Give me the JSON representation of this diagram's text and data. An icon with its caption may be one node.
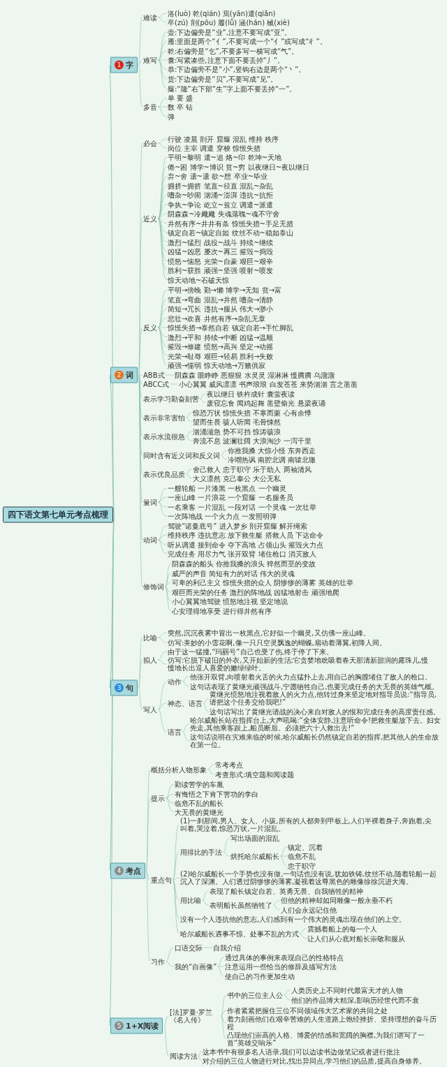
{
  "diagram": {
    "nodes": [
      {
        "text": [
          "四下语文第七单元考点梳理"
        ]
      },
      {
        "text": [
          "1",
          "字"
        ]
      },
      {
        "text": [
          "难读"
        ]
      },
      {
        "text": [
          "洛(luò) 乾(qián) 焉(yān)遣(qiǎn)"
        ]
      },
      {
        "text": [
          "卒(zú) 剖(pōu) 履(lǚ) 涵(hán) 械(xiè)"
        ]
      },
      {
        "text": [
          "难写"
        ]
      },
      {
        "text": [
          "壶:下边偏旁是“业”,注意不要写成“亚”。"
        ]
      },
      {
        "text": [
          "雁:里面是两个“亻”,不要写成一个“亻”或写成“彳”。"
        ]
      },
      {
        "text": [
          "乾:右偏旁是“乞”,不要多写一横写成“气”。"
        ]
      },
      {
        "text": [
          "囊:写紧凑些,注意下面不要丢掉“丿”。"
        ]
      },
      {
        "text": [
          "恭:下边偏旁不是“小”,竖钩右边是两个“丶”。"
        ]
      },
      {
        "text": [
          "货:下边偏旁是“贝”,不要写成“见”。"
        ]
      },
      {
        "text": [
          "窿:“隆”右下部“生”字上面不要丢掉“一”。"
        ]
      },
      {
        "text": [
          "多音"
        ]
      },
      {
        "text": [
          "单 要 盛"
        ]
      },
      {
        "text": [
          "数 卒 钻"
        ]
      },
      {
        "text": [
          "弹"
        ]
      },
      {
        "text": [
          "2",
          "词"
        ]
      },
      {
        "text": [
          "必会"
        ]
      },
      {
        "text": [
          "行驶 凌晨 剖开 窟窿 混乱 维持 秩序"
        ]
      },
      {
        "text": [
          "岗位 主宰 调遣 穿梭 惊慌失措"
        ]
      },
      {
        "text": [
          "近义"
        ]
      },
      {
        "text": [
          "平明~黎明 遣~追 烙~印 乾坤~天地"
        ]
      },
      {
        "text": [
          "倦~困 博学~博识 贫~穷 以夜继日~夜以继日"
        ]
      },
      {
        "text": [
          "弃~舍 遗~遗 欲~想 卒业~毕业"
        ]
      },
      {
        "text": [
          "拥挤~拥挤 笔直~径直 混乱~杂乱"
        ]
      },
      {
        "text": [
          "嘈杂~吵闹 汹涌~澎湃 违抗~抗拒"
        ]
      },
      {
        "text": [
          "争执~争论 屹立~耸立 调遣~派遣"
        ]
      },
      {
        "text": [
          "阴森森~冷飕飕 失魂落魄~魂不守舍"
        ]
      },
      {
        "text": [
          "井然有序~井井有条 惊慌失措~手足无措"
        ]
      },
      {
        "text": [
          "镇定自若~镇定自如 纹丝不动~稳如泰山"
        ]
      },
      {
        "text": [
          "激烈~猛烈 战役~战斗 持续~继续"
        ]
      },
      {
        "text": [
          "凶猛~凶恶 屡次~再三 摧毁~捣毁"
        ]
      },
      {
        "text": [
          "愤怒~恼怒 光荣~自豪 艰巨~艰辛"
        ]
      },
      {
        "text": [
          "胜利~获胜 顽强~坚强 喷射~喷发"
        ]
      },
      {
        "text": [
          "惊天动地~石破天惊"
        ]
      },
      {
        "text": [
          "反义"
        ]
      },
      {
        "text": [
          "平明→傍晚 勤→懒 博学→无知 贫→富"
        ]
      },
      {
        "text": [
          "笔直→弯曲 混乱→井然 嘈杂→清静"
        ]
      },
      {
        "text": [
          "简短→冗长 违抗→服从 伟大→渺小"
        ]
      },
      {
        "text": [
          "悲壮→欢喜 井然有序→杂乱无章"
        ]
      },
      {
        "text": [
          "惊慌失措→泰然自若 镇定自若→手忙脚乱"
        ]
      },
      {
        "text": [
          "激烈→平和 持续→中断 凶猛→温顺"
        ]
      },
      {
        "text": [
          "摧毁→修建 愤怒→高兴 坚定→动摇"
        ]
      },
      {
        "text": [
          "光荣→耻辱 艰巨→轻易 胜利→失败"
        ]
      },
      {
        "text": [
          "顽强→懦弱 惊天动地→万籁俱寂"
        ]
      },
      {
        "text": [
          "ABB式"
        ]
      },
      {
        "text": [
          "阴森森 眼睁睁 恶狠狠 水灵灵 湿淋淋 慢腾腾 乌溜溜"
        ]
      },
      {
        "text": [
          "ABCC式"
        ]
      },
      {
        "text": [
          "小心翼翼 威风凛凛 书声琅琅 白发苍苍 来势汹汹 言之凿凿"
        ]
      },
      {
        "text": [
          "表示学习勤奋刻苦"
        ]
      },
      {
        "text": [
          "夜以继日 铁杵成针 囊萤夜读"
        ]
      },
      {
        "text": [
          "废寝忘食 闻鸡起舞 凿壁偷光 悬梁夜诵"
        ]
      },
      {
        "text": [
          "表示非常害怕"
        ]
      },
      {
        "text": [
          "惊恐万状 惊慌失措 不寒而栗 心有余悸"
        ]
      },
      {
        "text": [
          "望而生畏 骇人听闻 毛骨悚然"
        ]
      },
      {
        "text": [
          "表示水流很急"
        ]
      },
      {
        "text": [
          "汹涌湍急 势不可挡 惊涛骇浪"
        ]
      },
      {
        "text": [
          "奔流不息 波澜壮阔 大浪淘沙 一泻千里"
        ]
      },
      {
        "text": [
          "同时含有近义词和反义词"
        ]
      },
      {
        "text": [
          "你推我搡 大惊小怪 东奔西走"
        ]
      },
      {
        "text": [
          "冷嘲热讽 南腔北调 南辕北辙"
        ]
      },
      {
        "text": [
          "表示优良品质"
        ]
      },
      {
        "text": [
          "舍己救人 忠于职守 乐于助人 两袖清风"
        ]
      },
      {
        "text": [
          "大义凛然 克己奉公 大公无私"
        ]
      },
      {
        "text": [
          "量词"
        ]
      },
      {
        "text": [
          "一艘轮船 一片漆黑 一枚黑点 一个幽灵"
        ]
      },
      {
        "text": [
          "一座山峰 一片浪花 一个窟窿 一名服务员"
        ]
      },
      {
        "text": [
          "一名乘客 一片混乱 一段对话 一个灵魂 一次壮举"
        ]
      },
      {
        "text": [
          "一次阵地战 一个火力点 一发照明弹"
        ]
      },
      {
        "text": [
          "动词"
        ]
      },
      {
        "text": [
          "驾驶“诺曼底号” 进入梦乡 剖开窟窿 解开绳索"
        ]
      },
      {
        "text": [
          "维持秩序 违抗意志 放下救生艇 搭救人员 下达命令"
        ]
      },
      {
        "text": [
          "听从调遣 接到命令 夺下高地 占领山头 摧毁火力点"
        ]
      },
      {
        "text": [
          "完成任务 用尽力气 张开双臂 堵住枪口 消灭敌人"
        ]
      },
      {
        "text": [
          "修饰词"
        ]
      },
      {
        "text": [
          "阴森森的船头 你推我搡的浪头 猝然而至的变故"
        ]
      },
      {
        "text": [
          "威严的声音 简短有力的对话 伟大的灵魂"
        ]
      },
      {
        "text": [
          "可卑的利己主义 惊慌失措的众人 阴惨惨的薄雾 英雄的壮举"
        ]
      },
      {
        "text": [
          "艰巨而光荣的任务 激烈的阵地战 凶猛地射击 顽强地爬"
        ]
      },
      {
        "text": [
          "小心翼翼地驾驶 愤怒地注视 坚定地说"
        ]
      },
      {
        "text": [
          "心安理得地享受 进行得井然有序"
        ]
      },
      {
        "text": [
          "3",
          "句"
        ]
      },
      {
        "text": [
          "比喻"
        ]
      },
      {
        "text": [
          "突然,沉沉夜雾中冒出一枚黑点,它好似一个幽灵,又仿佛一座山峰。"
        ]
      },
      {
        "text": [
          "仿写:美妙的小雪花啊,像一只只空灵飘逸的蝴蝶,扇动着薄翼,初降人间。"
        ]
      },
      {
        "text": [
          "拟人"
        ]
      },
      {
        "text": [
          "由于这一猛撞,“玛丽号”自己也受了伤,终于停了下来。"
        ]
      },
      {
        "text": [
          "仿写:它脱下破旧的外衣,又开始新的生活;它贪婪地吮吸着春天那清新甜润的露珠儿,慢慢地长出逗人喜爱的嫩绿绿叶。"
        ]
      },
      {
        "text": [
          "写人"
        ]
      },
      {
        "text": [
          "动作"
        ]
      },
      {
        "text": [
          "他张开双臂,向喷射着火舌的火力点猛扑上去,用自己的胸膛堵住了敌人的枪口。"
        ]
      },
      {
        "text": [
          "这句话表现了黄继光顽强战斗,宁愿牺牲自己,也要完成任务的大无畏的英雄气概。"
        ]
      },
      {
        "text": [
          "神态、语言"
        ]
      },
      {
        "text": [
          "黄继光愤怒地注视着敌人的火力点,他转过身来坚定地对指导员说:“指导员,请把这个任务交给我吧!”"
        ]
      },
      {
        "text": [
          "这句话写出了黄继光请战的决心来自对敌人的恨和完成任务的高度责任感。"
        ]
      },
      {
        "text": [
          "语言"
        ]
      },
      {
        "text": [
          "哈尔威船长站在指挥台上,大声吼喝:“全体安静,注意听命令!把救生艇放下去。妇女先走,其他乘客跟上,船员断后。必须把六十人救出去!”"
        ]
      },
      {
        "text": [
          "这句话说明在灾难来临的时候,哈尔威船长仍然镇定自若的指挥,把其他人的生命放在第一位。"
        ]
      },
      {
        "text": [
          "4",
          "考点"
        ]
      },
      {
        "text": [
          "概括分析人物形象"
        ]
      },
      {
        "text": [
          "常考考点"
        ]
      },
      {
        "text": [
          "考查形式:填空题和阅读题"
        ]
      },
      {
        "text": [
          "提示"
        ]
      },
      {
        "text": [
          "勤读苦学的车胤"
        ]
      },
      {
        "text": [
          "有悔悟之下肯下苦功的李白"
        ]
      },
      {
        "text": [
          "临危不乱的船长"
        ]
      },
      {
        "text": [
          "大无畏的黄继光"
        ]
      },
      {
        "text": [
          "重点句"
        ]
      },
      {
        "text": [
          "(1)一刹那间,男人、女人、小孩,所有的人都奔到甲板上,人们半裸着身子,奔跑着,尖叫着,哭泣着,惊恐万状,一片混乱。"
        ]
      },
      {
        "text": [
          "用排比的手法"
        ]
      },
      {
        "text": [
          "写出场面的混乱"
        ]
      },
      {
        "text": [
          "烘托哈尔威船长"
        ]
      },
      {
        "text": [
          "镇定、沉着"
        ]
      },
      {
        "text": [
          "临危不乱"
        ]
      },
      {
        "text": [
          "忠于职守"
        ]
      },
      {
        "text": [
          "(2)哈尔威船长一个手势也没有做,一句话也没有说,犹如铁铸,纹丝不动,随着轮船一起沉入了深渊。人们透过阴惨惨的薄雾,凝视着这尊黑色的雕像徐徐沉进大海。"
        ]
      },
      {
        "text": [
          "用比喻"
        ]
      },
      {
        "text": [
          "表现了船长镇定自若、英勇无畏、自我牺牲的精神"
        ]
      },
      {
        "text": [
          "表明船长虽然牺牲了"
        ]
      },
      {
        "text": [
          "但他的精神却如同雕像一般永垂不朽"
        ]
      },
      {
        "text": [
          "人们会永远记住他"
        ]
      },
      {
        "text": [
          "没有一个人违抗他的意志,人们感到有一个伟大的灵魂出现在他们的上空。"
        ]
      },
      {
        "text": [
          "哈尔威船长遇事不惊、处事不乱的方式"
        ]
      },
      {
        "text": [
          "震撼着船上的每一个人"
        ]
      },
      {
        "text": [
          "让人们从心底对船长崇敬和服从"
        ]
      },
      {
        "text": [
          "习作"
        ]
      },
      {
        "text": [
          "口语交际"
        ]
      },
      {
        "text": [
          "自我介绍"
        ]
      },
      {
        "text": [
          "我的“自画像”"
        ]
      },
      {
        "text": [
          "通过具体的事例来表现自己的性格特点"
        ]
      },
      {
        "text": [
          "注意运用一些恰当的修辞及描写方法"
        ]
      },
      {
        "text": [
          "使自己的习作更加生动"
        ]
      },
      {
        "text": [
          "5",
          "1+X阅读"
        ]
      },
      {
        "text": [
          "[法]罗曼·罗兰《名人传》"
        ]
      },
      {
        "text": [
          "书中的三位主人公"
        ]
      },
      {
        "text": [
          "人类历史上不同时代最富天才的人物"
        ]
      },
      {
        "text": [
          "他们的作品博大精深,影响历经世代而不衰"
        ]
      },
      {
        "text": [
          "作者紧紧把握住三位不同领域伟大艺术家的共同之处"
        ]
      },
      {
        "text": [
          "着力刻画他们在艰辛苦难的人生道路上饱经挫折、坚持理想的奋斗历程"
        ]
      },
      {
        "text": [
          "凸现他们崇高的人格、博爱的情感和宽阔的胸襟,为我们谱写了一首“英雄交响乐”"
        ]
      },
      {
        "text": [
          "阅读方法"
        ]
      },
      {
        "text": [
          "这本书中有很多名人语录,我们可以边读书边做笔记或者进行批注"
        ]
      },
      {
        "text": [
          "对介绍的三位人物进行对比,找出异同点,学习他们的品质,提高自身修养。"
        ]
      }
    ],
    "edges": [
      {
        "from": 0,
        "to": 1,
        "arrow": "none"
      },
      {
        "from": 1,
        "to": 2,
        "arrow": "none"
      },
      {
        "from": 2,
        "to": 3,
        "arrow": "none"
      },
      {
        "from": 2,
        "to": 4,
        "arrow": "none"
      },
      {
        "from": 1,
        "to": 5,
        "arrow": "none"
      },
      {
        "from": 5,
        "to": 6,
        "arrow": "none"
      },
      {
        "from": 5,
        "to": 7,
        "arrow": "none"
      },
      {
        "from": 5,
        "to": 8,
        "arrow": "none"
      },
      {
        "from": 5,
        "to": 9,
        "arrow": "none"
      },
      {
        "from": 5,
        "to": 10,
        "arrow": "none"
      },
      {
        "from": 5,
        "to": 11,
        "arrow": "none"
      },
      {
        "from": 5,
        "to": 12,
        "arrow": "none"
      },
      {
        "from": 1,
        "to": 13,
        "arrow": "none"
      },
      {
        "from": 13,
        "to": 14,
        "arrow": "none"
      },
      {
        "from": 13,
        "to": 15,
        "arrow": "none"
      },
      {
        "from": 13,
        "to": 16,
        "arrow": "none"
      },
      {
        "from": 0,
        "to": 17,
        "arrow": "none"
      },
      {
        "from": 17,
        "to": 18,
        "arrow": "none"
      },
      {
        "from": 18,
        "to": 19,
        "arrow": "none"
      },
      {
        "from": 18,
        "to": 20,
        "arrow": "none"
      },
      {
        "from": 17,
        "to": 21,
        "arrow": "none"
      },
      {
        "from": 21,
        "to": 22,
        "arrow": "none"
      },
      {
        "from": 21,
        "to": 23,
        "arrow": "none"
      },
      {
        "from": 21,
        "to": 24,
        "arrow": "none"
      },
      {
        "from": 21,
        "to": 25,
        "arrow": "none"
      },
      {
        "from": 21,
        "to": 26,
        "arrow": "none"
      },
      {
        "from": 21,
        "to": 27,
        "arrow": "none"
      },
      {
        "from": 21,
        "to": 28,
        "arrow": "none"
      },
      {
        "from": 21,
        "to": 29,
        "arrow": "none"
      },
      {
        "from": 21,
        "to": 30,
        "arrow": "none"
      },
      {
        "from": 21,
        "to": 31,
        "arrow": "none"
      },
      {
        "from": 21,
        "to": 32,
        "arrow": "none"
      },
      {
        "from": 21,
        "to": 33,
        "arrow": "none"
      },
      {
        "from": 21,
        "to": 34,
        "arrow": "none"
      },
      {
        "from": 21,
        "to": 35,
        "arrow": "none"
      },
      {
        "from": 17,
        "to": 36,
        "arrow": "none"
      },
      {
        "from": 36,
        "to": 37,
        "arrow": "none"
      },
      {
        "from": 36,
        "to": 38,
        "arrow": "none"
      },
      {
        "from": 36,
        "to": 39,
        "arrow": "none"
      },
      {
        "from": 36,
        "to": 40,
        "arrow": "none"
      },
      {
        "from": 36,
        "to": 41,
        "arrow": "none"
      },
      {
        "from": 36,
        "to": 42,
        "arrow": "none"
      },
      {
        "from": 36,
        "to": 43,
        "arrow": "none"
      },
      {
        "from": 36,
        "to": 44,
        "arrow": "none"
      },
      {
        "from": 36,
        "to": 45,
        "arrow": "none"
      },
      {
        "from": 17,
        "to": 46,
        "arrow": "none"
      },
      {
        "from": 46,
        "to": 47,
        "arrow": "none"
      },
      {
        "from": 17,
        "to": 48,
        "arrow": "none"
      },
      {
        "from": 48,
        "to": 49,
        "arrow": "none"
      },
      {
        "from": 17,
        "to": 50,
        "arrow": "none"
      },
      {
        "from": 50,
        "to": 51,
        "arrow": "none"
      },
      {
        "from": 50,
        "to": 52,
        "arrow": "none"
      },
      {
        "from": 17,
        "to": 53,
        "arrow": "none"
      },
      {
        "from": 53,
        "to": 54,
        "arrow": "none"
      },
      {
        "from": 53,
        "to": 55,
        "arrow": "none"
      },
      {
        "from": 17,
        "to": 56,
        "arrow": "none"
      },
      {
        "from": 56,
        "to": 57,
        "arrow": "none"
      },
      {
        "from": 56,
        "to": 58,
        "arrow": "none"
      },
      {
        "from": 17,
        "to": 59,
        "arrow": "none"
      },
      {
        "from": 59,
        "to": 60,
        "arrow": "none"
      },
      {
        "from": 59,
        "to": 61,
        "arrow": "none"
      },
      {
        "from": 17,
        "to": 62,
        "arrow": "none"
      },
      {
        "from": 62,
        "to": 63,
        "arrow": "none"
      },
      {
        "from": 62,
        "to": 64,
        "arrow": "none"
      },
      {
        "from": 17,
        "to": 65,
        "arrow": "none"
      },
      {
        "from": 65,
        "to": 66,
        "arrow": "none"
      },
      {
        "from": 65,
        "to": 67,
        "arrow": "none"
      },
      {
        "from": 65,
        "to": 68,
        "arrow": "none"
      },
      {
        "from": 65,
        "to": 69,
        "arrow": "none"
      },
      {
        "from": 17,
        "to": 70,
        "arrow": "none"
      },
      {
        "from": 70,
        "to": 71,
        "arrow": "none"
      },
      {
        "from": 70,
        "to": 72,
        "arrow": "none"
      },
      {
        "from": 70,
        "to": 73,
        "arrow": "none"
      },
      {
        "from": 70,
        "to": 74,
        "arrow": "none"
      },
      {
        "from": 17,
        "to": 75,
        "arrow": "none"
      },
      {
        "from": 75,
        "to": 76,
        "arrow": "none"
      },
      {
        "from": 75,
        "to": 77,
        "arrow": "none"
      },
      {
        "from": 75,
        "to": 78,
        "arrow": "none"
      },
      {
        "from": 75,
        "to": 79,
        "arrow": "none"
      },
      {
        "from": 75,
        "to": 80,
        "arrow": "none"
      },
      {
        "from": 75,
        "to": 81,
        "arrow": "none"
      },
      {
        "from": 0,
        "to": 82,
        "arrow": "none"
      },
      {
        "from": 82,
        "to": 83,
        "arrow": "none"
      },
      {
        "from": 83,
        "to": 84,
        "arrow": "none"
      },
      {
        "from": 83,
        "to": 85,
        "arrow": "none"
      },
      {
        "from": 82,
        "to": 86,
        "arrow": "none"
      },
      {
        "from": 86,
        "to": 87,
        "arrow": "none"
      },
      {
        "from": 86,
        "to": 88,
        "arrow": "none"
      },
      {
        "from": 82,
        "to": 89,
        "arrow": "none"
      },
      {
        "from": 89,
        "to": 90,
        "arrow": "none"
      },
      {
        "from": 90,
        "to": 91,
        "arrow": "none"
      },
      {
        "from": 90,
        "to": 92,
        "arrow": "none"
      },
      {
        "from": 89,
        "to": 93,
        "arrow": "none"
      },
      {
        "from": 93,
        "to": 94,
        "arrow": "none"
      },
      {
        "from": 93,
        "to": 95,
        "arrow": "none"
      },
      {
        "from": 89,
        "to": 96,
        "arrow": "none"
      },
      {
        "from": 96,
        "to": 97,
        "arrow": "none"
      },
      {
        "from": 96,
        "to": 98,
        "arrow": "none"
      },
      {
        "from": 0,
        "to": 99,
        "arrow": "none"
      },
      {
        "from": 99,
        "to": 100,
        "arrow": "none"
      },
      {
        "from": 100,
        "to": 101,
        "arrow": "none"
      },
      {
        "from": 100,
        "to": 102,
        "arrow": "none"
      },
      {
        "from": 99,
        "to": 103,
        "arrow": "none"
      },
      {
        "from": 103,
        "to": 104,
        "arrow": "none"
      },
      {
        "from": 103,
        "to": 105,
        "arrow": "none"
      },
      {
        "from": 103,
        "to": 106,
        "arrow": "none"
      },
      {
        "from": 103,
        "to": 107,
        "arrow": "none"
      },
      {
        "from": 99,
        "to": 108,
        "arrow": "none"
      },
      {
        "from": 108,
        "to": 109,
        "arrow": "none"
      },
      {
        "from": 108,
        "to": 110,
        "arrow": "none"
      },
      {
        "from": 110,
        "to": 111,
        "arrow": "none"
      },
      {
        "from": 110,
        "to": 112,
        "arrow": "none"
      },
      {
        "from": 112,
        "to": 113,
        "arrow": "none"
      },
      {
        "from": 112,
        "to": 114,
        "arrow": "none"
      },
      {
        "from": 112,
        "to": 115,
        "arrow": "none"
      },
      {
        "from": 108,
        "to": 116,
        "arrow": "none"
      },
      {
        "from": 108,
        "to": 117,
        "arrow": "none"
      },
      {
        "from": 117,
        "to": 118,
        "arrow": "none"
      },
      {
        "from": 117,
        "to": 119,
        "arrow": "none"
      },
      {
        "from": 119,
        "to": 120,
        "arrow": "none"
      },
      {
        "from": 119,
        "to": 121,
        "arrow": "none"
      },
      {
        "from": 108,
        "to": 122,
        "arrow": "none"
      },
      {
        "from": 108,
        "to": 123,
        "arrow": "none"
      },
      {
        "from": 123,
        "to": 124,
        "arrow": "none"
      },
      {
        "from": 123,
        "to": 125,
        "arrow": "none"
      },
      {
        "from": 99,
        "to": 126,
        "arrow": "none"
      },
      {
        "from": 126,
        "to": 127,
        "arrow": "none"
      },
      {
        "from": 127,
        "to": 128,
        "arrow": "none"
      },
      {
        "from": 126,
        "to": 129,
        "arrow": "none"
      },
      {
        "from": 129,
        "to": 130,
        "arrow": "none"
      },
      {
        "from": 129,
        "to": 131,
        "arrow": "none"
      },
      {
        "from": 129,
        "to": 132,
        "arrow": "none"
      },
      {
        "from": 0,
        "to": 133,
        "arrow": "none"
      },
      {
        "from": 133,
        "to": 134,
        "arrow": "none"
      },
      {
        "from": 134,
        "to": 135,
        "arrow": "none"
      },
      {
        "from": 135,
        "to": 136,
        "arrow": "none"
      },
      {
        "from": 135,
        "to": 137,
        "arrow": "none"
      },
      {
        "from": 134,
        "to": 138,
        "arrow": "none"
      },
      {
        "from": 134,
        "to": 139,
        "arrow": "none"
      },
      {
        "from": 134,
        "to": 140,
        "arrow": "none"
      },
      {
        "from": 133,
        "to": 141,
        "arrow": "none"
      },
      {
        "from": 141,
        "to": 142,
        "arrow": "none"
      },
      {
        "from": 141,
        "to": 143,
        "arrow": "none"
      }
    ]
  }
}
